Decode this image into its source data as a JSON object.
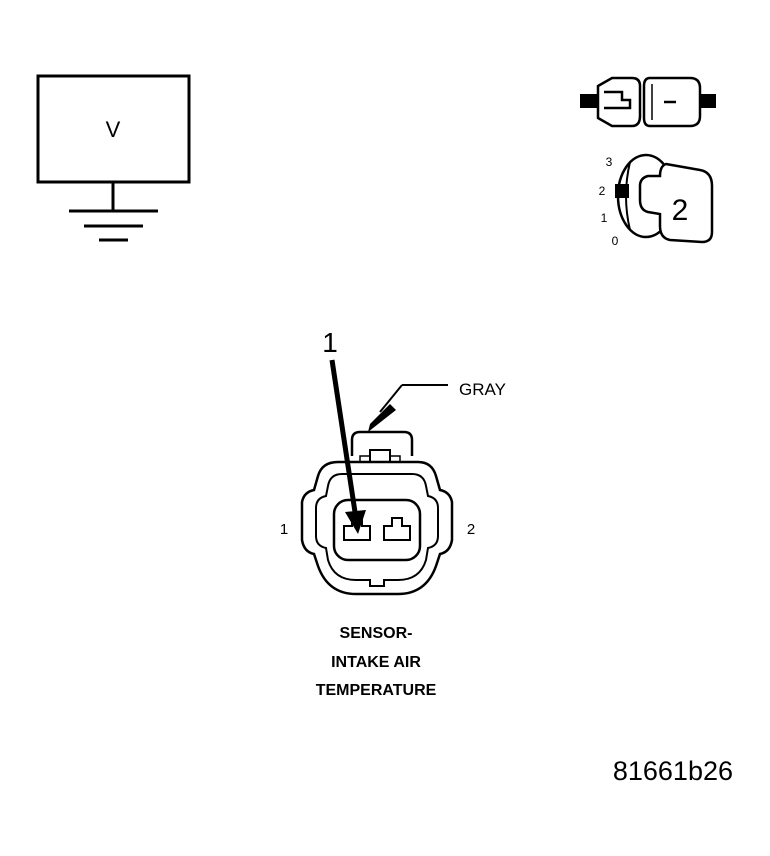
{
  "meter": {
    "label": "V"
  },
  "key_switch": {
    "positions": [
      "3",
      "2",
      "1",
      "0"
    ],
    "key_number": "2"
  },
  "connector": {
    "callout_number": "1",
    "color": "GRAY",
    "pin_left": "1",
    "pin_right": "2",
    "caption": [
      "SENSOR-",
      "INTAKE AIR",
      "TEMPERATURE"
    ]
  },
  "figure_id": "81661b26"
}
